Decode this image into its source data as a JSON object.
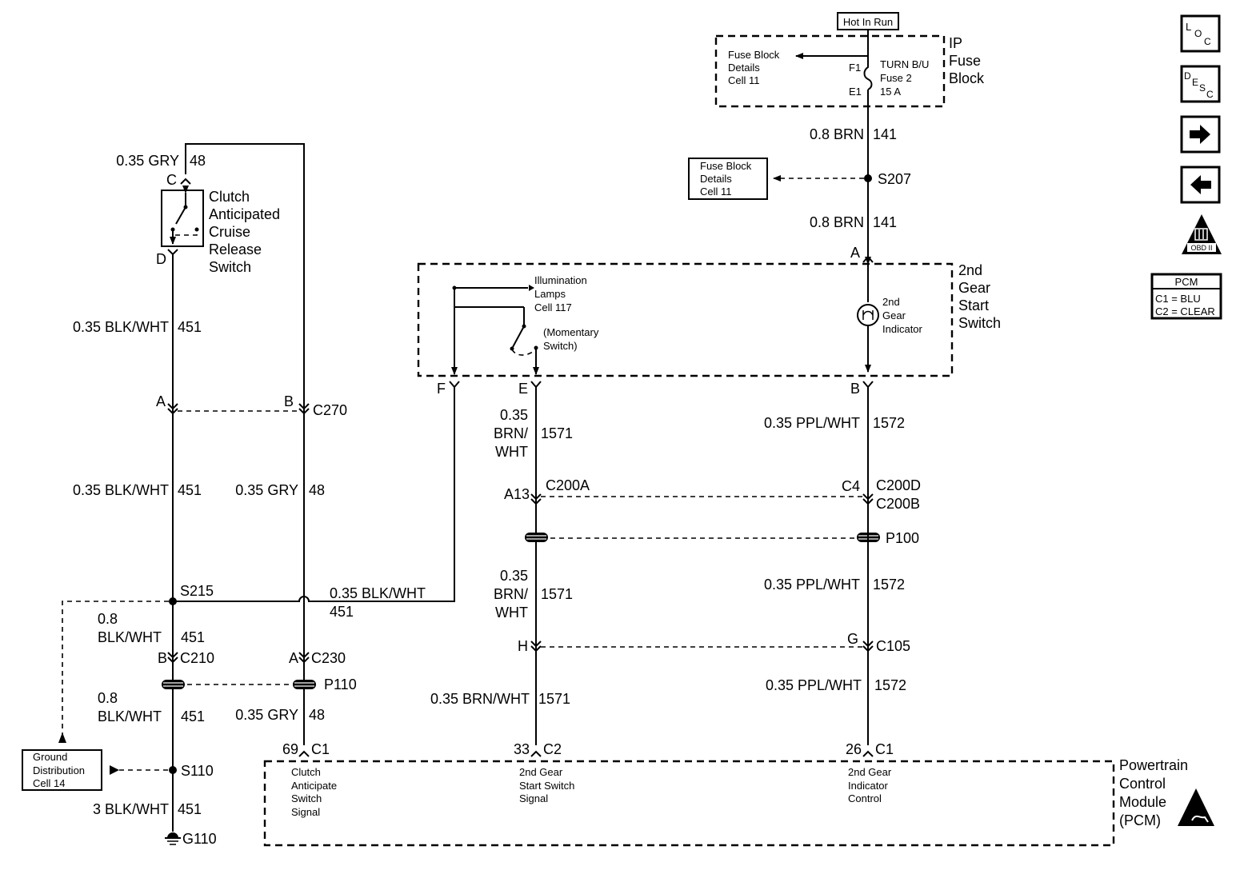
{
  "power": {
    "hot_label": "Hot In Run",
    "fuse_block_label": [
      "IP",
      "Fuse",
      "Block"
    ],
    "fuse_details": [
      "Fuse Block",
      "Details",
      "Cell 11"
    ],
    "fuse_name": [
      "TURN B/U",
      "Fuse 2",
      "15 A"
    ],
    "pin_top": "F1",
    "pin_bottom": "E1"
  },
  "fuse_details_box": [
    "Fuse Block",
    "Details",
    "Cell 11"
  ],
  "splices": {
    "s207": "S207",
    "s215": "S215",
    "s110": "S110",
    "g110": "G110"
  },
  "wires": {
    "brn_top": {
      "gauge": "0.8 BRN",
      "circuit": "141"
    },
    "brn_mid": {
      "gauge": "0.8 BRN",
      "circuit": "141"
    },
    "gry_top": {
      "gauge": "0.35 GRY",
      "circuit": "48"
    },
    "blkwht_1": {
      "gauge": "0.35 BLK/WHT",
      "circuit": "451"
    },
    "blkwht_2": {
      "gauge": "0.35 BLK/WHT",
      "circuit": "451"
    },
    "gry_mid": {
      "gauge": "0.35 GRY",
      "circuit": "48"
    },
    "blkwht_horiz": {
      "gauge": "0.35 BLK/WHT",
      "circuit": "451"
    },
    "blkwht_08a": {
      "gauge": [
        "0.8",
        "BLK/WHT"
      ],
      "circuit": "451"
    },
    "blkwht_08b": {
      "gauge": [
        "0.8",
        "BLK/WHT"
      ],
      "circuit": "451"
    },
    "gry_low": {
      "gauge": "0.35 GRY",
      "circuit": "48"
    },
    "blkwht_3": {
      "gauge": "3 BLK/WHT",
      "circuit": "451"
    },
    "brnwht_1": {
      "gauge": [
        "0.35",
        "BRN/",
        "WHT"
      ],
      "circuit": "1571"
    },
    "brnwht_2": {
      "gauge": [
        "0.35",
        "BRN/",
        "WHT"
      ],
      "circuit": "1571"
    },
    "brnwht_3": {
      "gauge": "0.35 BRN/WHT",
      "circuit": "1571"
    },
    "pplwht_1": {
      "gauge": "0.35 PPL/WHT",
      "circuit": "1572"
    },
    "pplwht_2": {
      "gauge": "0.35 PPL/WHT",
      "circuit": "1572"
    },
    "pplwht_3": {
      "gauge": "0.35 PPL/WHT",
      "circuit": "1572"
    }
  },
  "clutch_switch": {
    "label": [
      "Clutch",
      "Anticipated",
      "Cruise",
      "Release",
      "Switch"
    ],
    "pin_top": "C",
    "pin_bottom": "D"
  },
  "gear_switch": {
    "label": [
      "2nd",
      "Gear",
      "Start",
      "Switch"
    ],
    "illumination": [
      "Illumination",
      "Lamps",
      "Cell 117"
    ],
    "momentary": [
      "(Momentary",
      "Switch)"
    ],
    "indicator": [
      "2nd",
      "Gear",
      "Indicator"
    ],
    "pin_a": "A",
    "pin_b": "B",
    "pin_e": "E",
    "pin_f": "F"
  },
  "connectors": {
    "c270": "C270",
    "c270_a": "A",
    "c270_b": "B",
    "c200a": "C200A",
    "c200a_pin": "A13",
    "c200d": "C200D",
    "c200b": "C200B",
    "c200_pin": "C4",
    "p100": "P100",
    "c105": "C105",
    "c105_h": "H",
    "c105_g": "G",
    "c210": "C210",
    "c210_pin": "B",
    "c230": "C230",
    "c230_pin": "A",
    "p110": "P110"
  },
  "ground_box": [
    "Ground",
    "Distribution",
    "Cell 14"
  ],
  "pcm": {
    "label": [
      "Powertrain",
      "Control",
      "Module",
      "(PCM)"
    ],
    "pins": [
      {
        "num": "69",
        "conn": "C1",
        "desc": [
          "Clutch",
          "Anticipate",
          "Switch",
          "Signal"
        ]
      },
      {
        "num": "33",
        "conn": "C2",
        "desc": [
          "2nd Gear",
          "Start Switch",
          "Signal"
        ]
      },
      {
        "num": "26",
        "conn": "C1",
        "desc": [
          "2nd Gear",
          "Indicator",
          "Control"
        ]
      }
    ]
  },
  "nav": {
    "loc": [
      "L",
      "O",
      "C"
    ],
    "desc": [
      "D",
      "E",
      "S",
      "C"
    ],
    "obd": "OBD II"
  },
  "legend": {
    "title": "PCM",
    "rows": [
      "C1 = BLU",
      "C2 = CLEAR"
    ]
  }
}
